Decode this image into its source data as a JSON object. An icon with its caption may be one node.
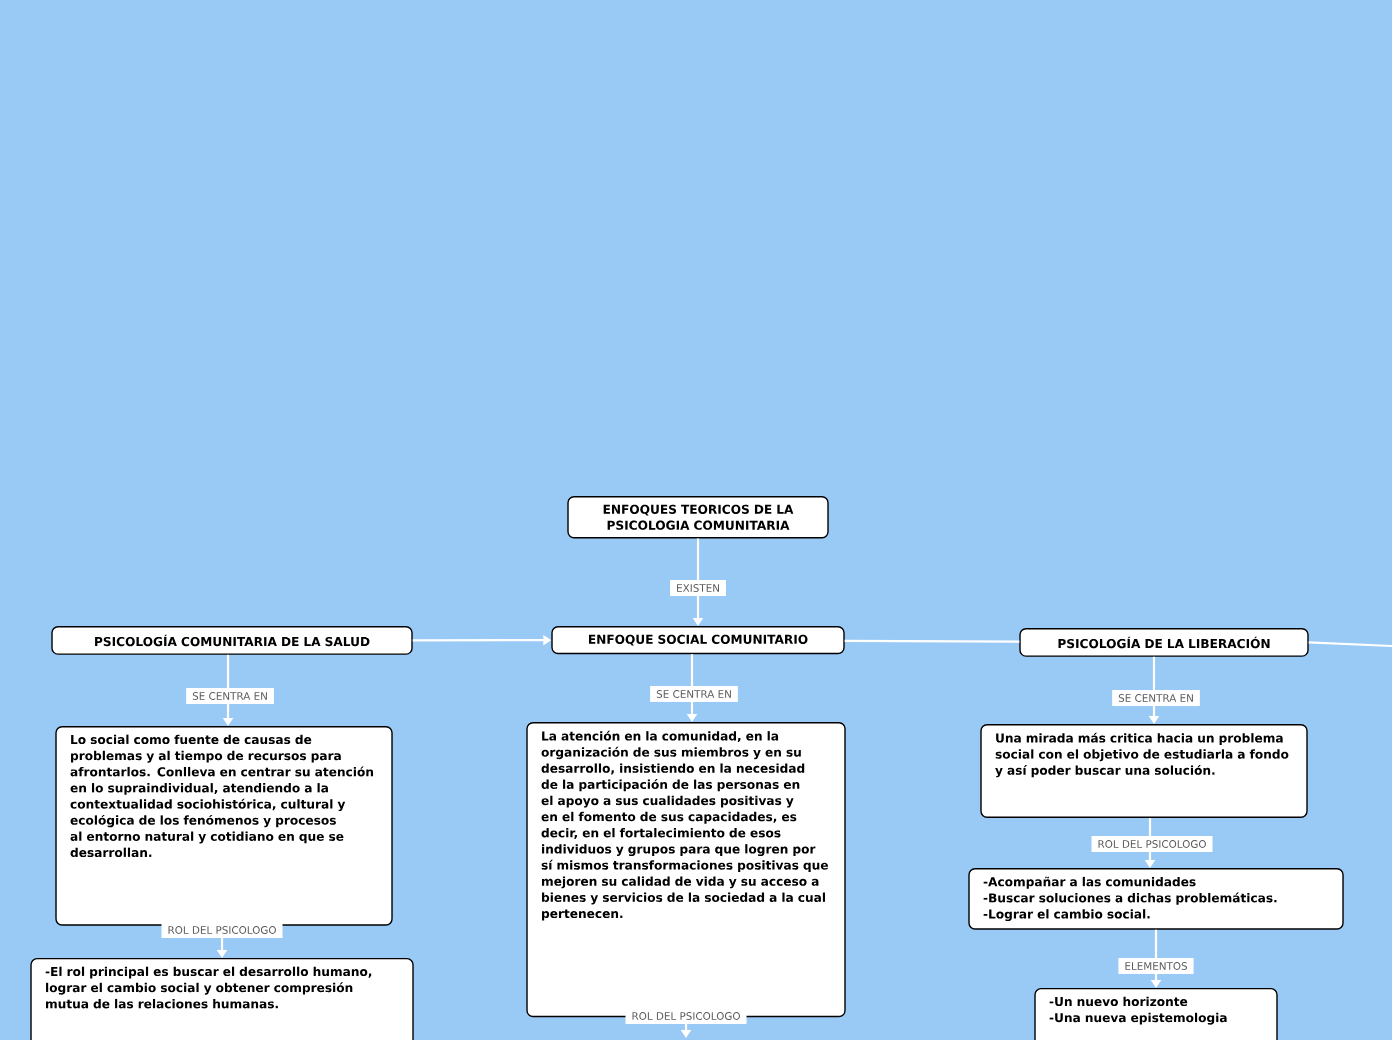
{
  "diagram": {
    "nodes": [
      {
        "text": [
          "ENFOQUES TEORICOS DE LA PSICOLOGIA COMUNITARIA"
        ]
      },
      {
        "text": [
          "PSICOLOGÍA COMUNITARIA DE LA SALUD"
        ]
      },
      {
        "text": [
          "ENFOQUE SOCIAL COMUNITARIO"
        ]
      },
      {
        "text": [
          "PSICOLOGÍA DE LA LIBERACIÓN"
        ]
      },
      {
        "text": [
          "Lo social como fuente de causas de problemas y al tiempo de recursos para afrontarlos. Conlleva en centrar su atención en lo supraindividual, atendiendo a la contextualidad sociohistórica, cultural y ecológica de los fenómenos y procesos al entorno natural y cotidiano en que se desarrollan."
        ]
      },
      {
        "text": [
          "La atención en la comunidad, en la organización de sus miembros y en su desarrollo, insistiendo en la necesidad de la participación de las personas en el apoyo a sus cualidades positivas y en el fomento de sus capacidades, es decir, en el fortalecimiento de esos individuos y grupos para que logren por sí mismos transformaciones positivas que mejoren su calidad de vida y su acceso a bienes y servicios de la sociedad a la cual pertenecen."
        ]
      },
      {
        "text": [
          "Una mirada más critica hacia un problema social con el objetivo de estudiarla a fondo y así poder buscar una solución."
        ]
      },
      {
        "text": [
          "-El rol principal es buscar el desarrollo humano, lograr el cambio social y obtener compresión mutua de las relaciones humanas."
        ]
      },
      {
        "text": [
          "-Acompañar a las comunidades",
          "-Buscar soluciones a dichas problemáticas.",
          "-Lograr el cambio social."
        ]
      },
      {
        "text": [
          "-Un nuevo horizonte",
          "-Una nueva epistemologia"
        ]
      }
    ],
    "edges": [
      {
        "from": 0,
        "to": 2,
        "arrow": "to",
        "label": "EXISTEN"
      },
      {
        "from": 1,
        "to": 2,
        "arrow": "to"
      },
      {
        "from": 2,
        "to": 3,
        "arrow": "none"
      },
      {
        "from": 3,
        "to": null,
        "arrow": "none"
      },
      {
        "from": 1,
        "to": 4,
        "arrow": "to",
        "label": "SE CENTRA EN"
      },
      {
        "from": 2,
        "to": 5,
        "arrow": "to",
        "label": "SE CENTRA EN"
      },
      {
        "from": 3,
        "to": 6,
        "arrow": "to",
        "label": "SE CENTRA EN"
      },
      {
        "from": 4,
        "to": 7,
        "arrow": "to",
        "label": "ROL DEL PSICOLOGO"
      },
      {
        "from": 5,
        "to": null,
        "arrow": "to",
        "label": "ROL DEL PSICOLOGO"
      },
      {
        "from": 6,
        "to": 8,
        "arrow": "to",
        "label": "ROL DEL PSICOLOGO"
      },
      {
        "from": 8,
        "to": 9,
        "arrow": "to",
        "label": "ELEMENTOS"
      }
    ]
  }
}
